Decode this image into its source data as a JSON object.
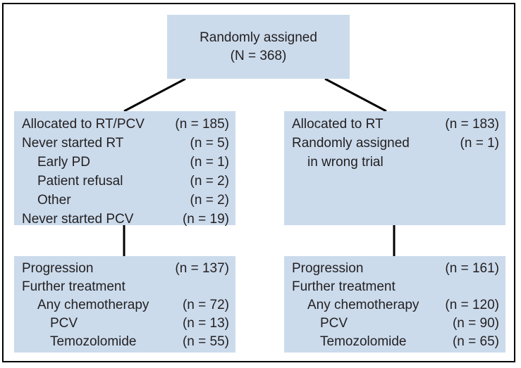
{
  "figure": {
    "title_box": {
      "line1": "Randomly assigned",
      "line2": "(N = 368)"
    },
    "boxes": {
      "left_alloc": {
        "rows": [
          {
            "label": "Allocated to RT/PCV",
            "value": "(n = 185)"
          },
          {
            "label": "Never started RT",
            "value": "(n = 5)"
          },
          {
            "label": "Early PD",
            "value": "(n = 1)"
          },
          {
            "label": "Patient refusal",
            "value": "(n = 2)"
          },
          {
            "label": "Other",
            "value": "(n = 2)"
          },
          {
            "label": "Never started PCV",
            "value": "(n = 19)"
          }
        ]
      },
      "right_alloc": {
        "rows": [
          {
            "label": "Allocated to RT",
            "value": "(n = 183)"
          },
          {
            "label": "Randomly assigned",
            "value": "(n = 1)"
          },
          {
            "label": "in wrong trial",
            "value": ""
          }
        ]
      },
      "left_outcome": {
        "rows": [
          {
            "label": "Progression",
            "value": "(n = 137)"
          },
          {
            "label": "Further treatment",
            "value": ""
          },
          {
            "label": "Any chemotherapy",
            "value": "(n = 72)"
          },
          {
            "label": "PCV",
            "value": "(n = 13)"
          },
          {
            "label": "Temozolomide",
            "value": "(n = 55)"
          }
        ]
      },
      "right_outcome": {
        "rows": [
          {
            "label": "Progression",
            "value": "(n = 161)"
          },
          {
            "label": "Further treatment",
            "value": ""
          },
          {
            "label": "Any chemotherapy",
            "value": "(n = 120)"
          },
          {
            "label": "PCV",
            "value": "(n = 90)"
          },
          {
            "label": "Temozolomide",
            "value": "(n = 65)"
          }
        ]
      }
    },
    "colors": {
      "box_fill": "#cbdbec",
      "text": "#231f20",
      "line": "#000000",
      "border": "#000000"
    }
  }
}
